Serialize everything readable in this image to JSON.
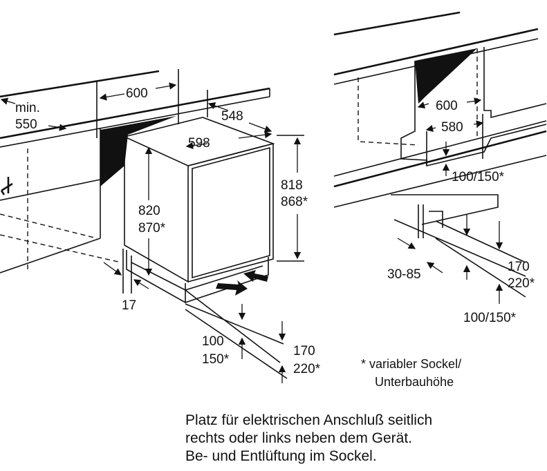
{
  "left_view": {
    "dims": {
      "min": "min.",
      "min_value": "550",
      "width_600": "600",
      "depth_548": "548",
      "width_598": "598",
      "height_818": "818",
      "height_868": "868*",
      "height_820": "820",
      "height_870": "870*",
      "gap_17": "17",
      "plinth_100": "100",
      "plinth_150": "150*",
      "plinth_170": "170",
      "plinth_220": "220*"
    }
  },
  "right_view": {
    "dims": {
      "width_600": "600",
      "width_580": "580",
      "vent_100_150": "100/150*",
      "range_30_85": "30-85",
      "plinth_170": "170",
      "plinth_220": "220*",
      "vent_bottom_100_150": "100/150*"
    }
  },
  "footnote": {
    "line1": "* variabler Sockel/",
    "line2": "Unterbauhöhe"
  },
  "caption": {
    "line1": "Platz für elektrischen Anschluß seitlich",
    "line2": "rechts oder links neben dem Gerät.",
    "line3": "Be- und Entlüftung im Sockel."
  },
  "colors": {
    "ink": "#111111",
    "background": "#ffffff"
  }
}
